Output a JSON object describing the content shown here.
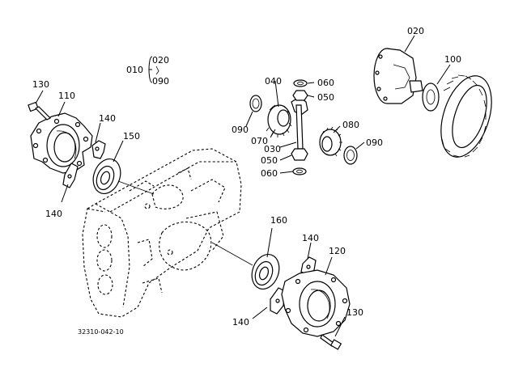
{
  "diagram_code": "32310-042-10",
  "labels": {
    "l010": "010",
    "l020a": "020",
    "l090a": "090",
    "l020b": "020",
    "l100": "100",
    "l040": "040",
    "l060a": "060",
    "l050a": "050",
    "l090b": "090",
    "l070": "070",
    "l030": "030",
    "l080": "080",
    "l090c": "090",
    "l050b": "050",
    "l060b": "060",
    "l130a": "130",
    "l110": "110",
    "l140a": "140",
    "l150": "150",
    "l140b": "140",
    "l160": "160",
    "l140c": "140",
    "l120": "120",
    "l140d": "140",
    "l130b": "130"
  }
}
